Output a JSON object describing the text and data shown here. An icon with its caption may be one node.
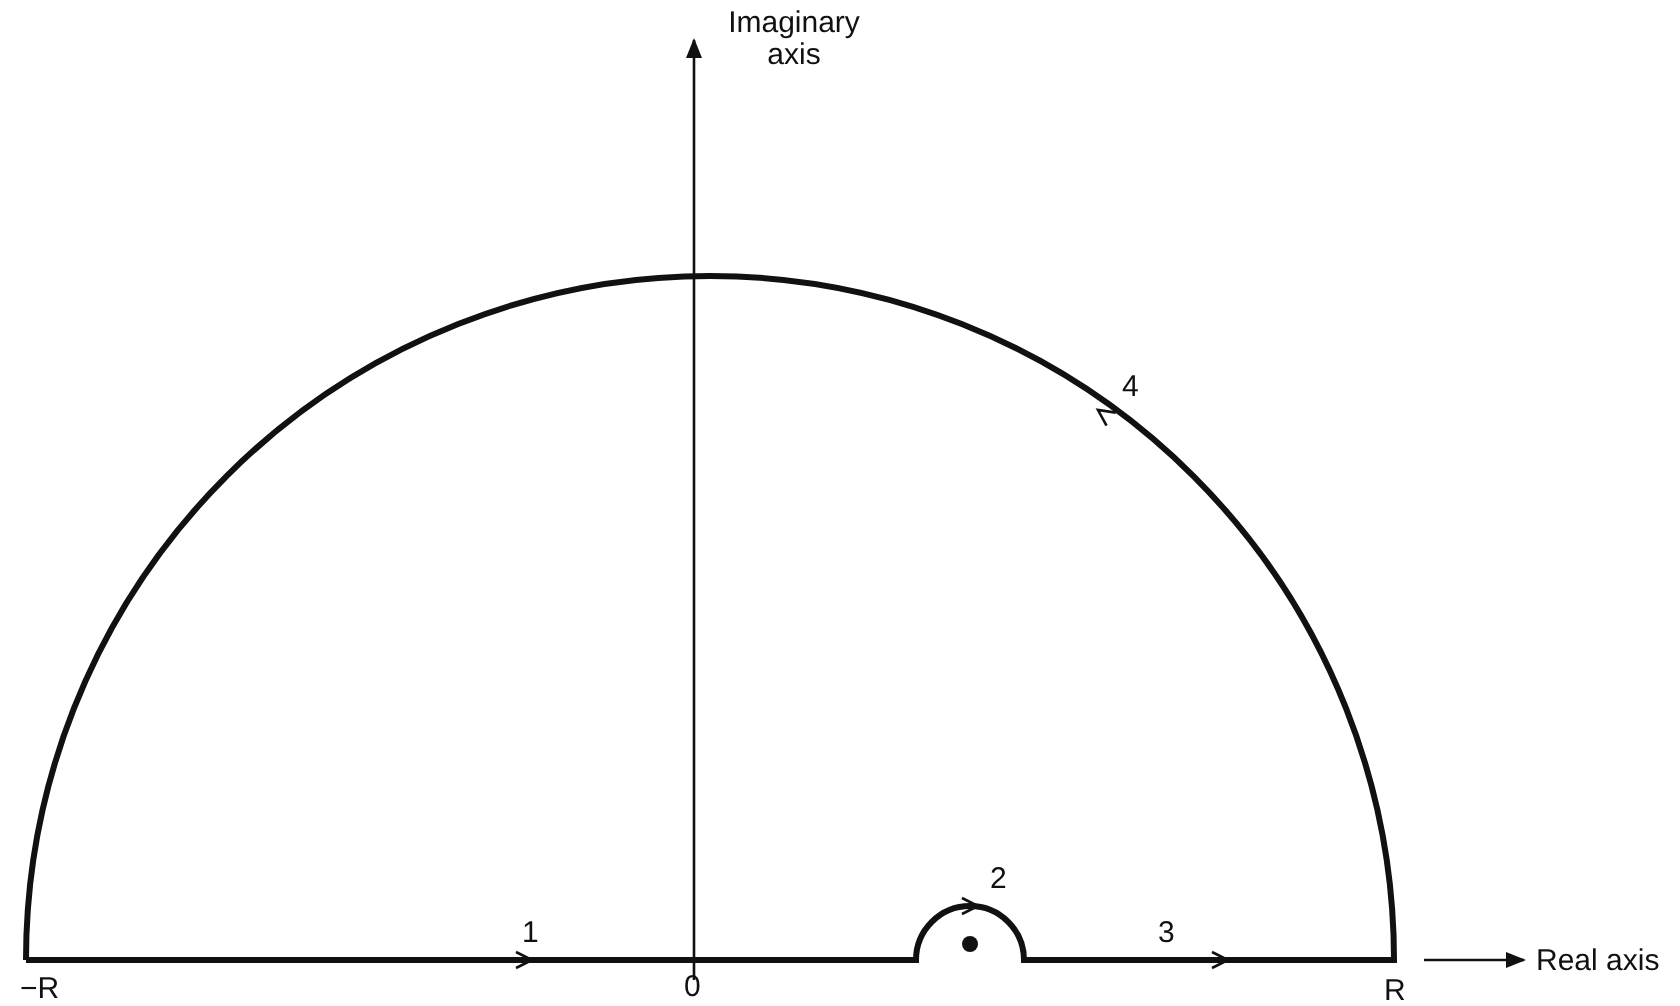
{
  "diagram": {
    "labels": [
      "Imaginary axis",
      "Real axis",
      "−R",
      "0",
      "R",
      "1",
      "2",
      "3",
      "4"
    ]
  }
}
